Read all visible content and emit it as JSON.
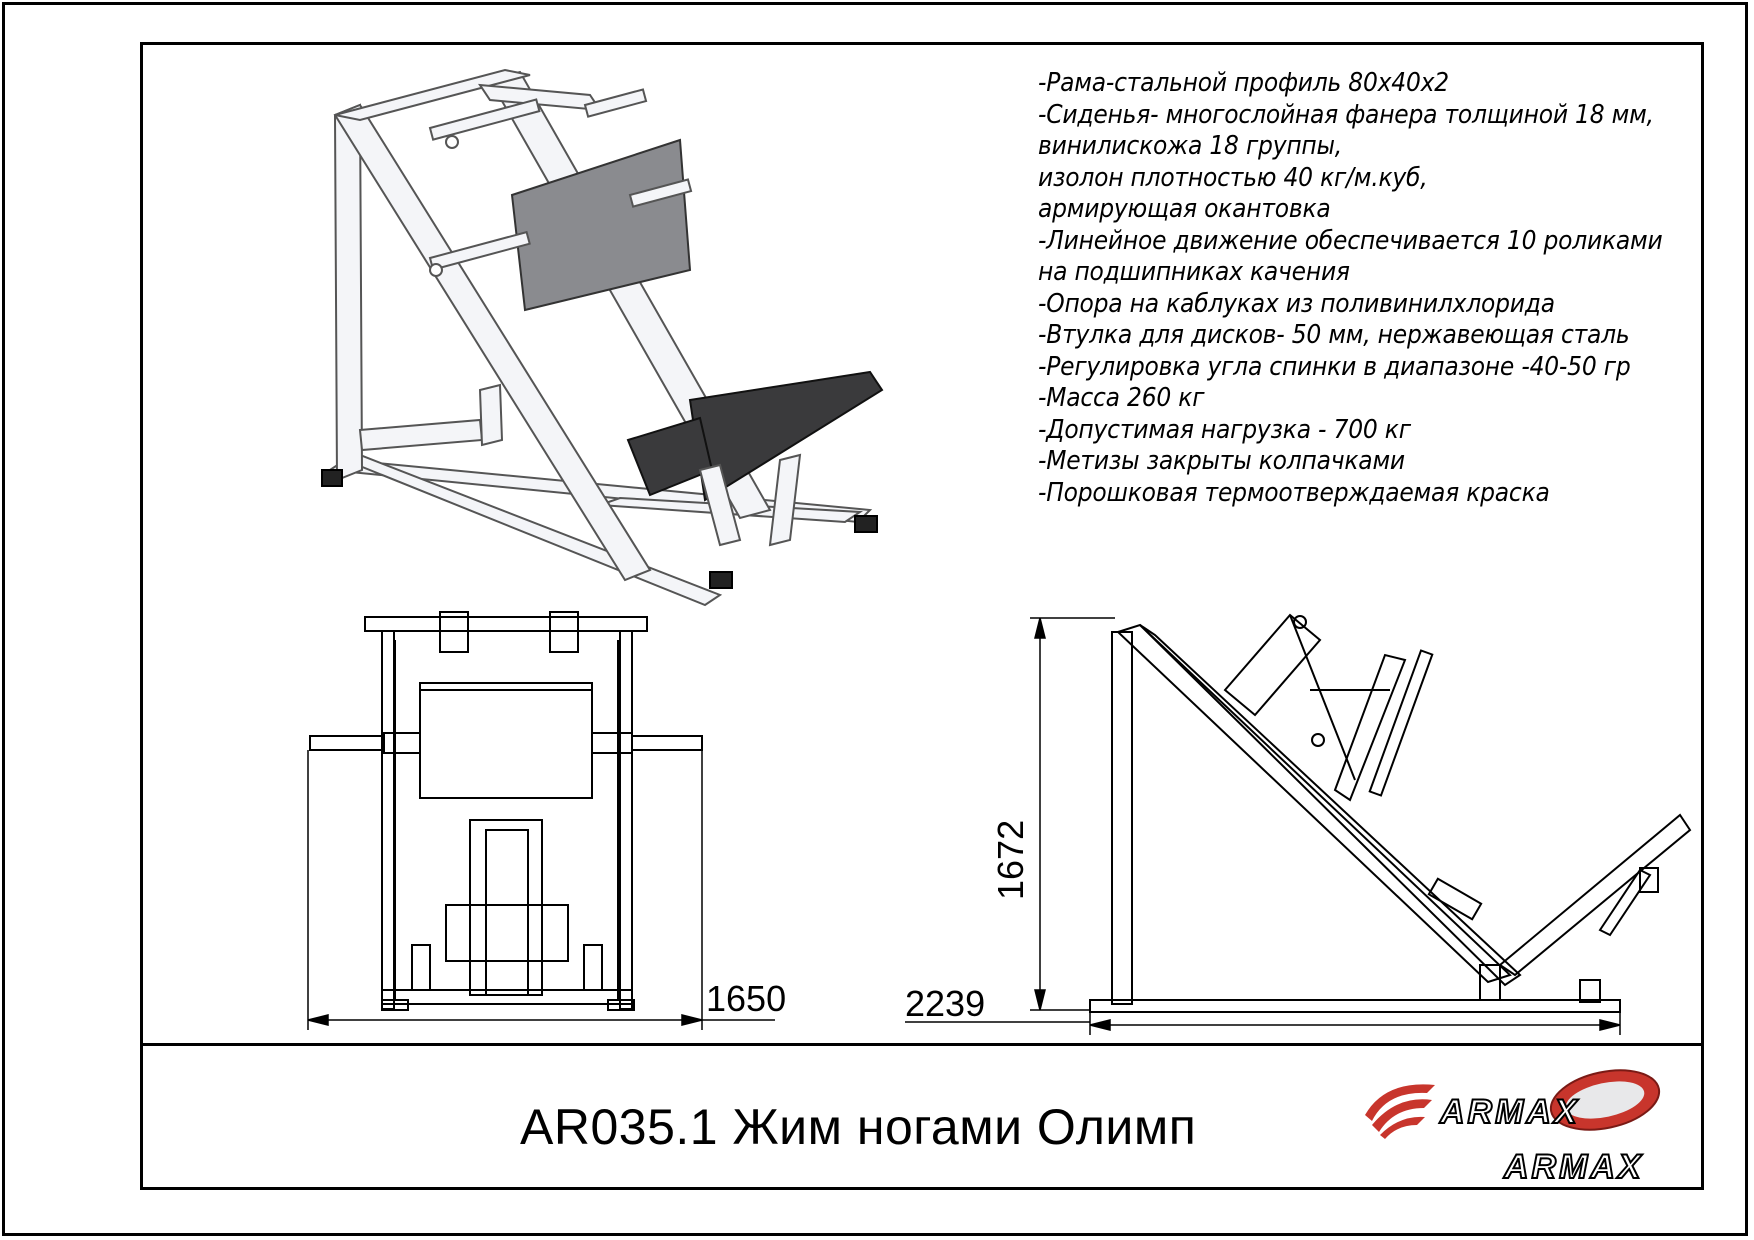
{
  "specs": [
    "-Рама-стальной профиль 80x40x2",
    "-Сиденья- многослойная фанера толщиной 18 мм,",
    "винилискожа 18 группы,",
    "изолон плотностью 40 кг/м.куб,",
    "армирующая окантовка",
    "-Линейное движение обеспечивается 10 роликами",
    "на подшипниках качения",
    "-Опора на каблуках из поливинилхлорида",
    "-Втулка для дисков- 50 мм, нержавеющая сталь",
    "-Регулировка угла спинки в диапазоне -40-50 гр",
    "-Масса 260 кг",
    "-Допустимая нагрузка - 700 кг",
    "-Метизы закрыты колпачками",
    "-Порошковая термоотверждаемая краска"
  ],
  "dimensions": {
    "width": "1650",
    "length": "2239",
    "height": "1672"
  },
  "title": "AR035.1 Жим ногами Олимп",
  "brand": {
    "logo_text": "ARMAX",
    "wordmark": "ARMAX"
  },
  "colors": {
    "line": "#000000",
    "frame_white": "#f4f5f8",
    "pad_dark": "#3a3a3c",
    "logo_red": "#c8352c"
  }
}
